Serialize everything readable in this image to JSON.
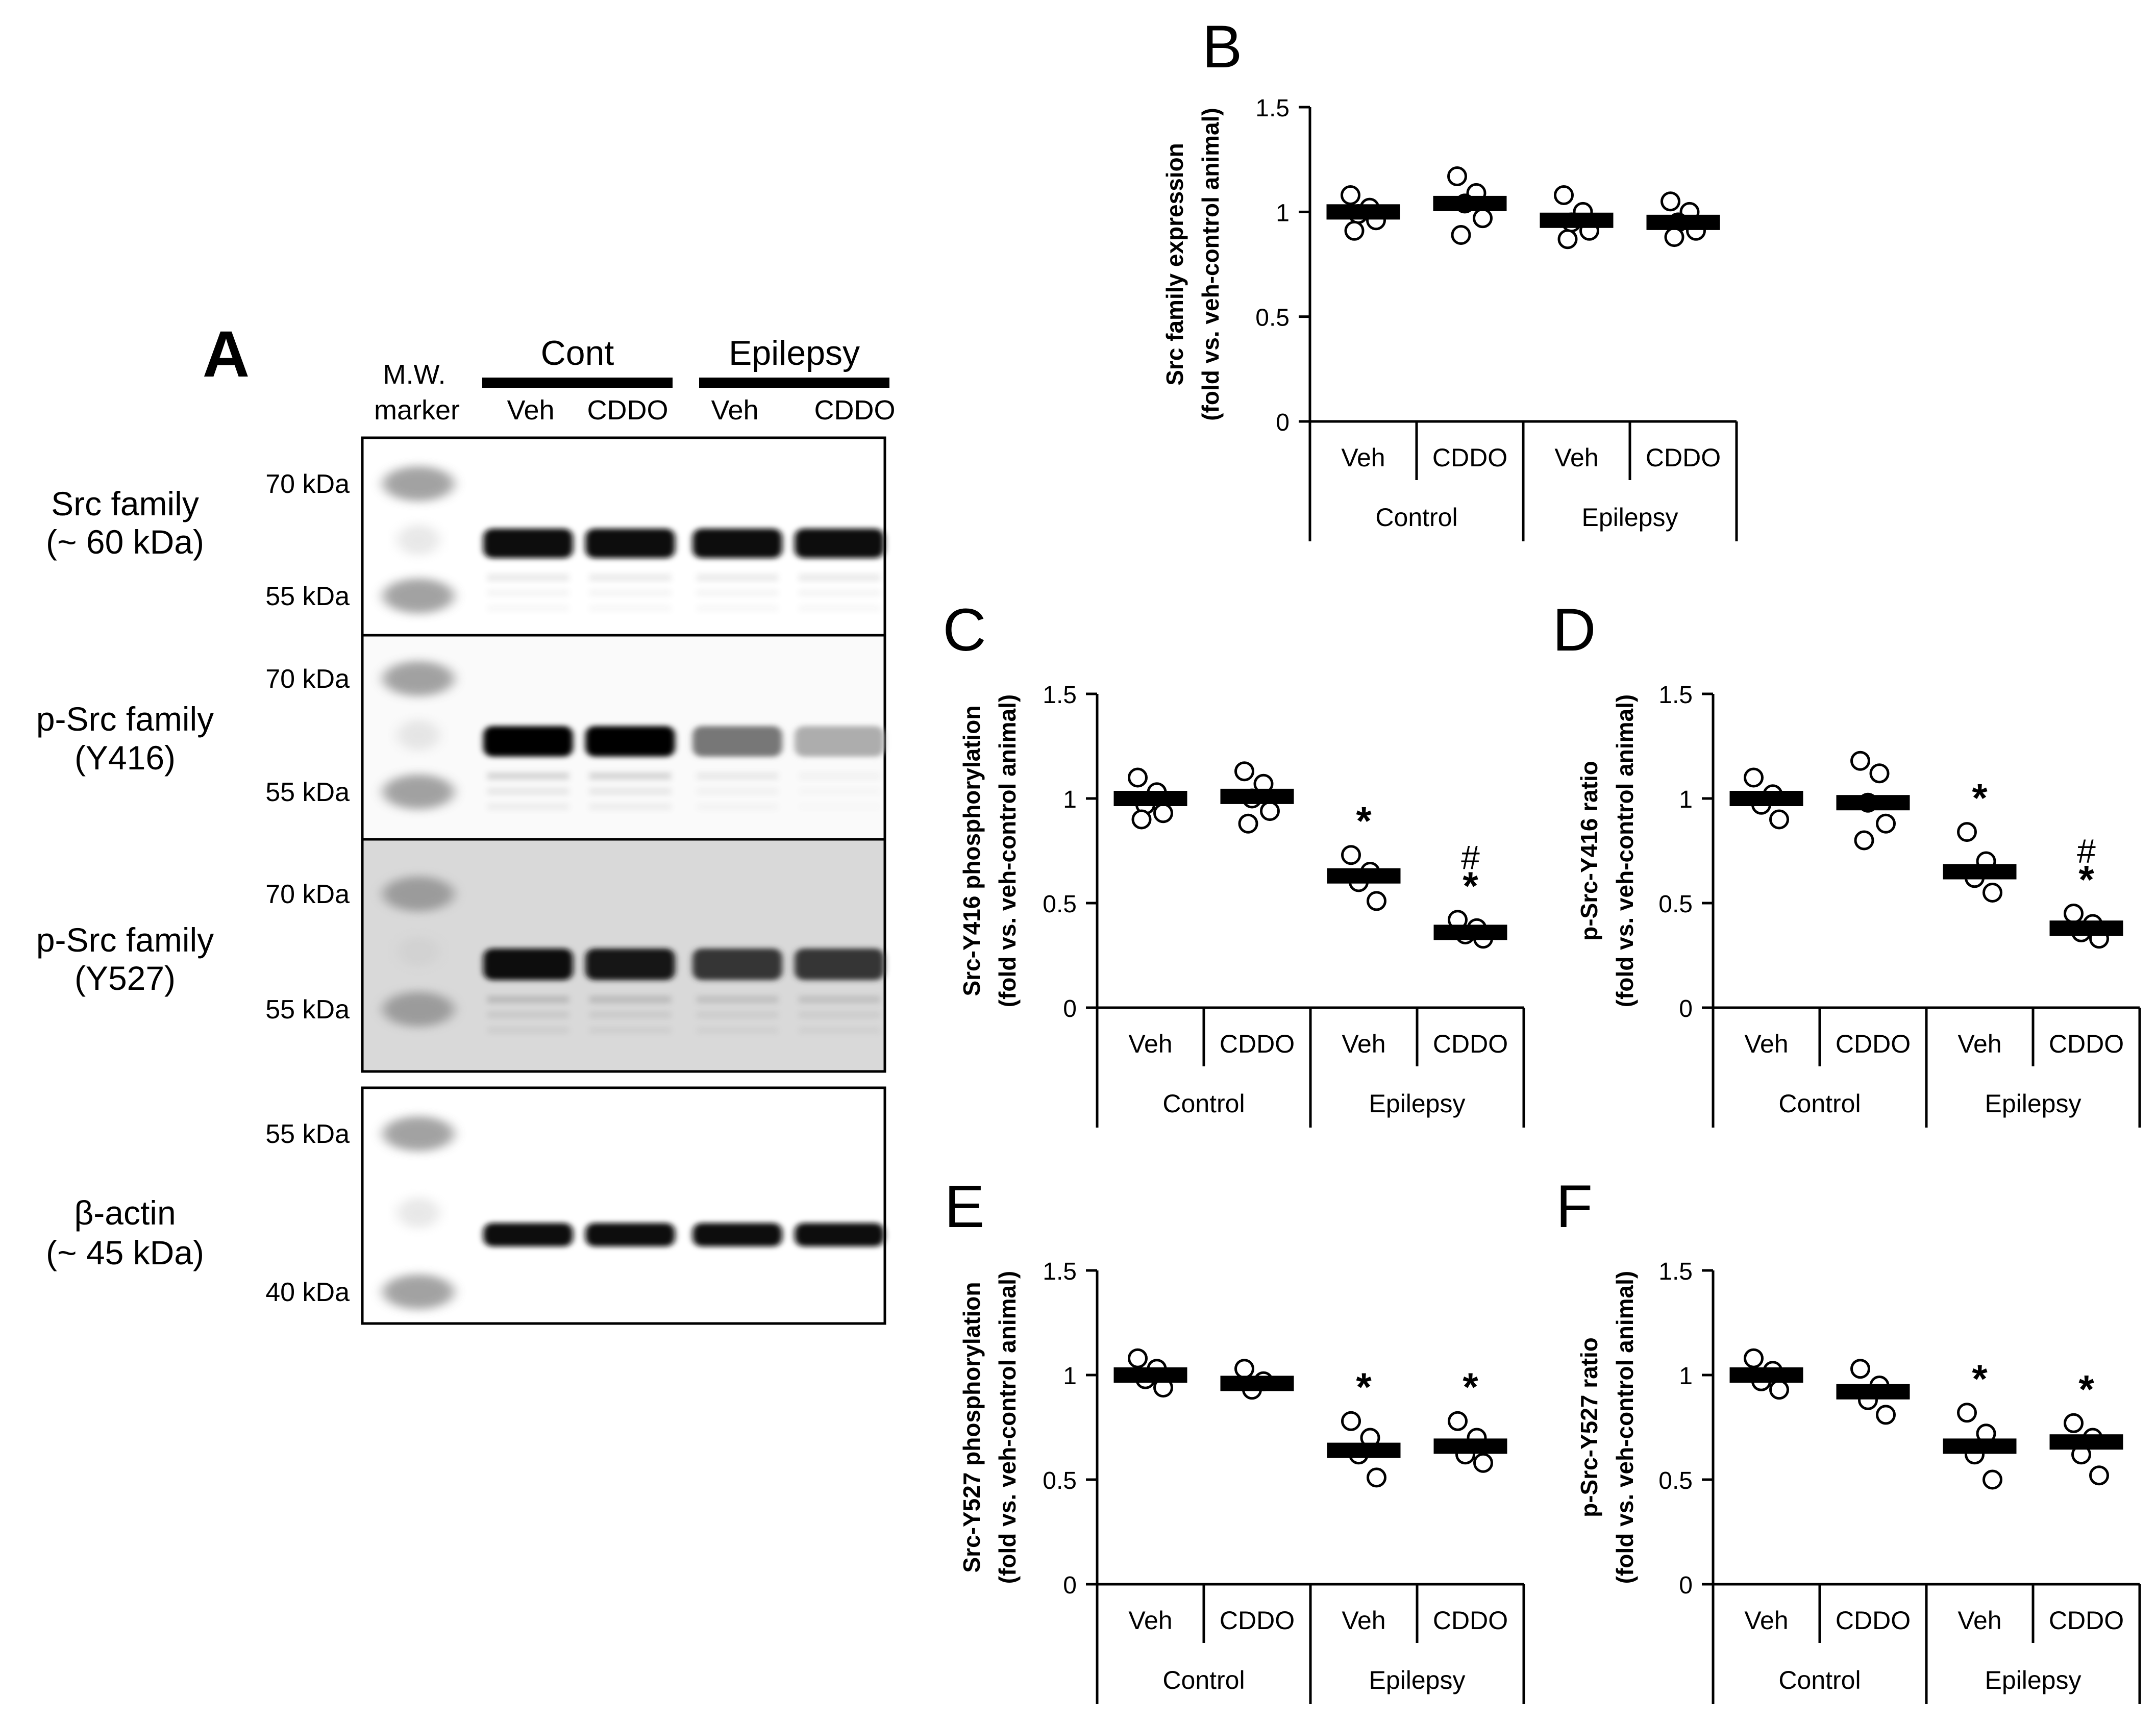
{
  "panel_a": {
    "letter": "A",
    "marker_label": [
      "M.W.",
      "marker"
    ],
    "groups": [
      "Cont",
      "Epilepsy"
    ],
    "lanes": [
      "Veh",
      "CDDO",
      "Veh",
      "CDDO"
    ],
    "blots": [
      {
        "name_lines": [
          "Src family",
          "(~ 60 kDa)"
        ],
        "markers": [
          "70 kDa",
          "55 kDa"
        ],
        "band_intensity": [
          0.95,
          0.92,
          0.92,
          0.95
        ]
      },
      {
        "name_lines": [
          "p-Src family",
          "(Y416)"
        ],
        "markers": [
          "70 kDa",
          "55 kDa"
        ],
        "band_intensity": [
          1.0,
          1.0,
          0.45,
          0.2
        ]
      },
      {
        "name_lines": [
          "p-Src family",
          "(Y527)"
        ],
        "markers": [
          "70 kDa",
          "55 kDa"
        ],
        "band_intensity": [
          0.95,
          0.9,
          0.75,
          0.75
        ]
      },
      {
        "name_lines": [
          "β-actin",
          "(~ 45 kDa)"
        ],
        "markers": [
          "55 kDa",
          "40 kDa"
        ],
        "band_intensity": [
          0.95,
          0.95,
          0.95,
          0.95
        ]
      }
    ]
  },
  "chart_data": [
    {
      "panel": "B",
      "type": "scatter",
      "ylabel_lines": [
        "Src family expression",
        "(fold vs. veh-control animal)"
      ],
      "ylim": [
        0,
        1.5
      ],
      "yticks": [
        "0",
        "0.5",
        "1",
        "1.5"
      ],
      "categories": [
        "Veh",
        "CDDO",
        "Veh",
        "CDDO"
      ],
      "groups": [
        "Control",
        "Epilepsy"
      ],
      "means": [
        1.0,
        1.04,
        0.96,
        0.95
      ],
      "points": [
        [
          1.08,
          1.02,
          0.99,
          0.96,
          0.91
        ],
        [
          1.17,
          1.09,
          1.04,
          0.97,
          0.89
        ],
        [
          1.08,
          1.0,
          0.95,
          0.91,
          0.87
        ],
        [
          1.05,
          1.0,
          0.95,
          0.91,
          0.88
        ]
      ],
      "annotations": [
        "",
        "",
        "",
        ""
      ]
    },
    {
      "panel": "C",
      "type": "scatter",
      "ylabel_lines": [
        "Src-Y416 phosphorylation",
        "(fold vs. veh-control animal)"
      ],
      "ylim": [
        0,
        1.5
      ],
      "yticks": [
        "0",
        "0.5",
        "1",
        "1.5"
      ],
      "categories": [
        "Veh",
        "CDDO",
        "Veh",
        "CDDO"
      ],
      "groups": [
        "Control",
        "Epilepsy"
      ],
      "means": [
        1.0,
        1.01,
        0.63,
        0.36
      ],
      "points": [
        [
          1.1,
          1.03,
          0.97,
          0.93,
          0.9
        ],
        [
          1.13,
          1.07,
          1.0,
          0.94,
          0.88
        ],
        [
          0.73,
          0.65,
          0.6,
          0.51
        ],
        [
          0.42,
          0.38,
          0.35,
          0.33
        ]
      ],
      "annotations": [
        "",
        "",
        "*",
        "#*"
      ]
    },
    {
      "panel": "D",
      "type": "scatter",
      "ylabel_lines": [
        "p-Src-Y416 ratio",
        "(fold vs. veh-control animal)"
      ],
      "ylim": [
        0,
        1.5
      ],
      "yticks": [
        "0",
        "0.5",
        "1",
        "1.5"
      ],
      "categories": [
        "Veh",
        "CDDO",
        "Veh",
        "CDDO"
      ],
      "groups": [
        "Control",
        "Epilepsy"
      ],
      "means": [
        1.0,
        0.98,
        0.65,
        0.38
      ],
      "points": [
        [
          1.1,
          1.02,
          0.97,
          0.9
        ],
        [
          1.18,
          1.12,
          0.98,
          0.88,
          0.8
        ],
        [
          0.84,
          0.7,
          0.62,
          0.55
        ],
        [
          0.45,
          0.4,
          0.36,
          0.33
        ]
      ],
      "annotations": [
        "",
        "",
        "*",
        "#*"
      ]
    },
    {
      "panel": "E",
      "type": "scatter",
      "ylabel_lines": [
        "Src-Y527 phosphorylation",
        "(fold vs. veh-control animal)"
      ],
      "ylim": [
        0,
        1.5
      ],
      "yticks": [
        "0",
        "0.5",
        "1",
        "1.5"
      ],
      "categories": [
        "Veh",
        "CDDO",
        "Veh",
        "CDDO"
      ],
      "groups": [
        "Control",
        "Epilepsy"
      ],
      "means": [
        1.0,
        0.96,
        0.64,
        0.66
      ],
      "points": [
        [
          1.08,
          1.03,
          0.98,
          0.94
        ],
        [
          1.03,
          0.97,
          0.93
        ],
        [
          0.78,
          0.7,
          0.62,
          0.51
        ],
        [
          0.78,
          0.7,
          0.62,
          0.58
        ]
      ],
      "annotations": [
        "",
        "",
        "*",
        "*"
      ]
    },
    {
      "panel": "F",
      "type": "scatter",
      "ylabel_lines": [
        "p-Src-Y527 ratio",
        "(fold vs. veh-control animal)"
      ],
      "ylim": [
        0,
        1.5
      ],
      "yticks": [
        "0",
        "0.5",
        "1",
        "1.5"
      ],
      "categories": [
        "Veh",
        "CDDO",
        "Veh",
        "CDDO"
      ],
      "groups": [
        "Control",
        "Epilepsy"
      ],
      "means": [
        1.0,
        0.92,
        0.66,
        0.68
      ],
      "points": [
        [
          1.08,
          1.02,
          0.97,
          0.93
        ],
        [
          1.03,
          0.95,
          0.88,
          0.81
        ],
        [
          0.82,
          0.72,
          0.62,
          0.5
        ],
        [
          0.77,
          0.7,
          0.62,
          0.52
        ]
      ],
      "annotations": [
        "",
        "",
        "*",
        "*"
      ]
    }
  ]
}
